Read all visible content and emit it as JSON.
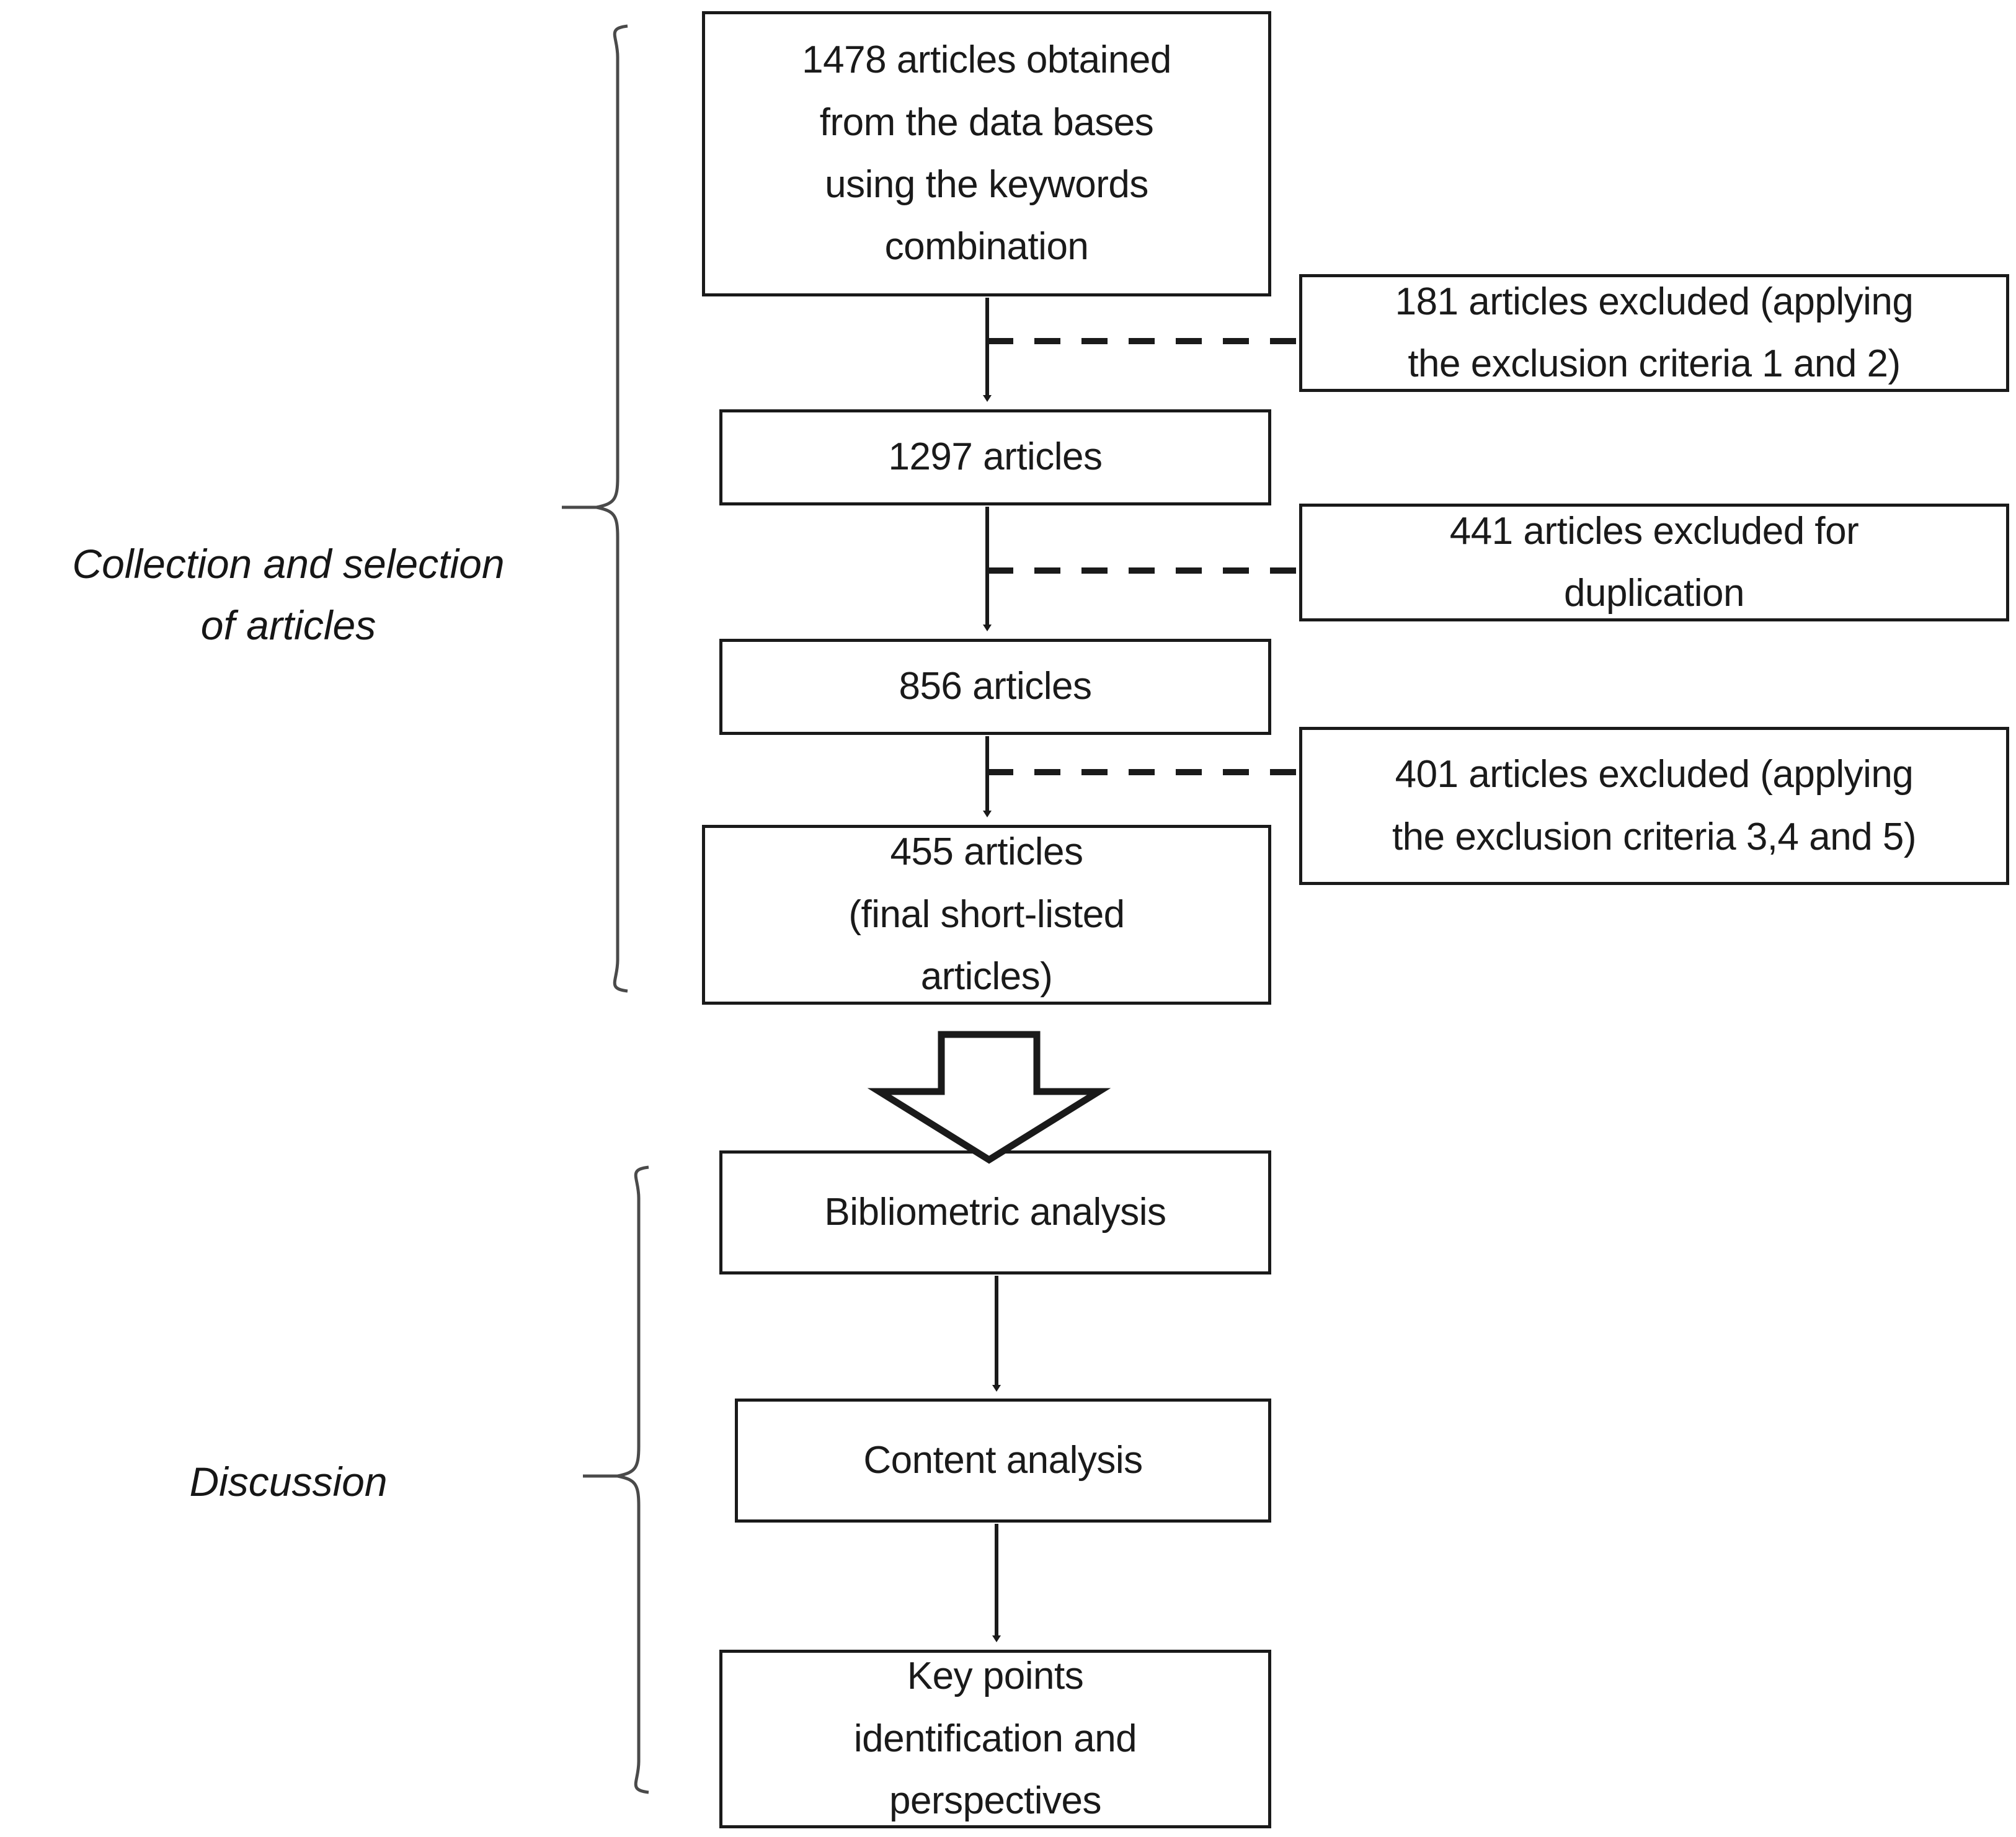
{
  "diagram": {
    "title": "Article collection, selection and discussion flowchart",
    "stroke_color": "#1a1a1a",
    "background_color": "#ffffff",
    "sections": [
      {
        "id": "collection",
        "label_lines": [
          "Collection and selection",
          "of articles"
        ]
      },
      {
        "id": "discussion",
        "label_lines": [
          "Discussion"
        ]
      }
    ],
    "flow_nodes": [
      {
        "id": "n1",
        "lines": [
          "1478 articles obtained",
          "from the data bases",
          "using the keywords",
          "combination"
        ]
      },
      {
        "id": "n2",
        "lines": [
          "1297 articles"
        ]
      },
      {
        "id": "n3",
        "lines": [
          "856 articles"
        ]
      },
      {
        "id": "n4",
        "lines": [
          "455 articles",
          "",
          "(final short-listed",
          "articles)"
        ]
      },
      {
        "id": "n5",
        "lines": [
          "Bibliometric analysis"
        ]
      },
      {
        "id": "n6",
        "lines": [
          "Content analysis"
        ]
      },
      {
        "id": "n7",
        "lines": [
          "Key points",
          "identification and",
          "perspectives"
        ]
      }
    ],
    "exclusion_nodes": [
      {
        "id": "e1",
        "lines": [
          "181 articles excluded (applying",
          "the exclusion criteria 1 and 2)"
        ]
      },
      {
        "id": "e2",
        "lines": [
          "441 articles excluded for",
          "duplication"
        ]
      },
      {
        "id": "e3",
        "lines": [
          "401 articles excluded (applying",
          "the exclusion criteria 3,4 and 5)"
        ]
      }
    ],
    "connectors": {
      "solid_arrows": 5,
      "dashed_links": 3,
      "block_arrow": 1
    }
  }
}
